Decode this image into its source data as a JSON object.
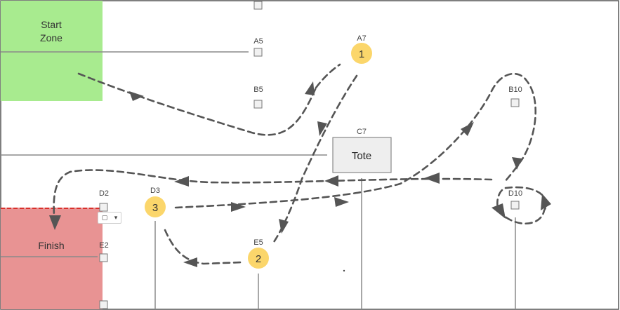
{
  "zones": {
    "start": {
      "line1": "Start",
      "line2": "Zone",
      "color": "#a8eb8f"
    },
    "finish": {
      "label": "Finish",
      "color": "#e89393",
      "border_color": "#d9302c"
    }
  },
  "locations": {
    "A5": "A5",
    "A7": "A7",
    "B5": "B5",
    "B10": "B10",
    "C7": "C7",
    "D2": "D2",
    "D3": "D3",
    "D10": "D10",
    "E2": "E2",
    "E5": "E5"
  },
  "tote": {
    "label": "Tote"
  },
  "picks": {
    "p1": "1",
    "p2": "2",
    "p3": "3"
  },
  "selector": {
    "value": "▢",
    "chevron": "▾"
  },
  "colors": {
    "pick_marker": "#fbd66b",
    "path": "#555555"
  }
}
